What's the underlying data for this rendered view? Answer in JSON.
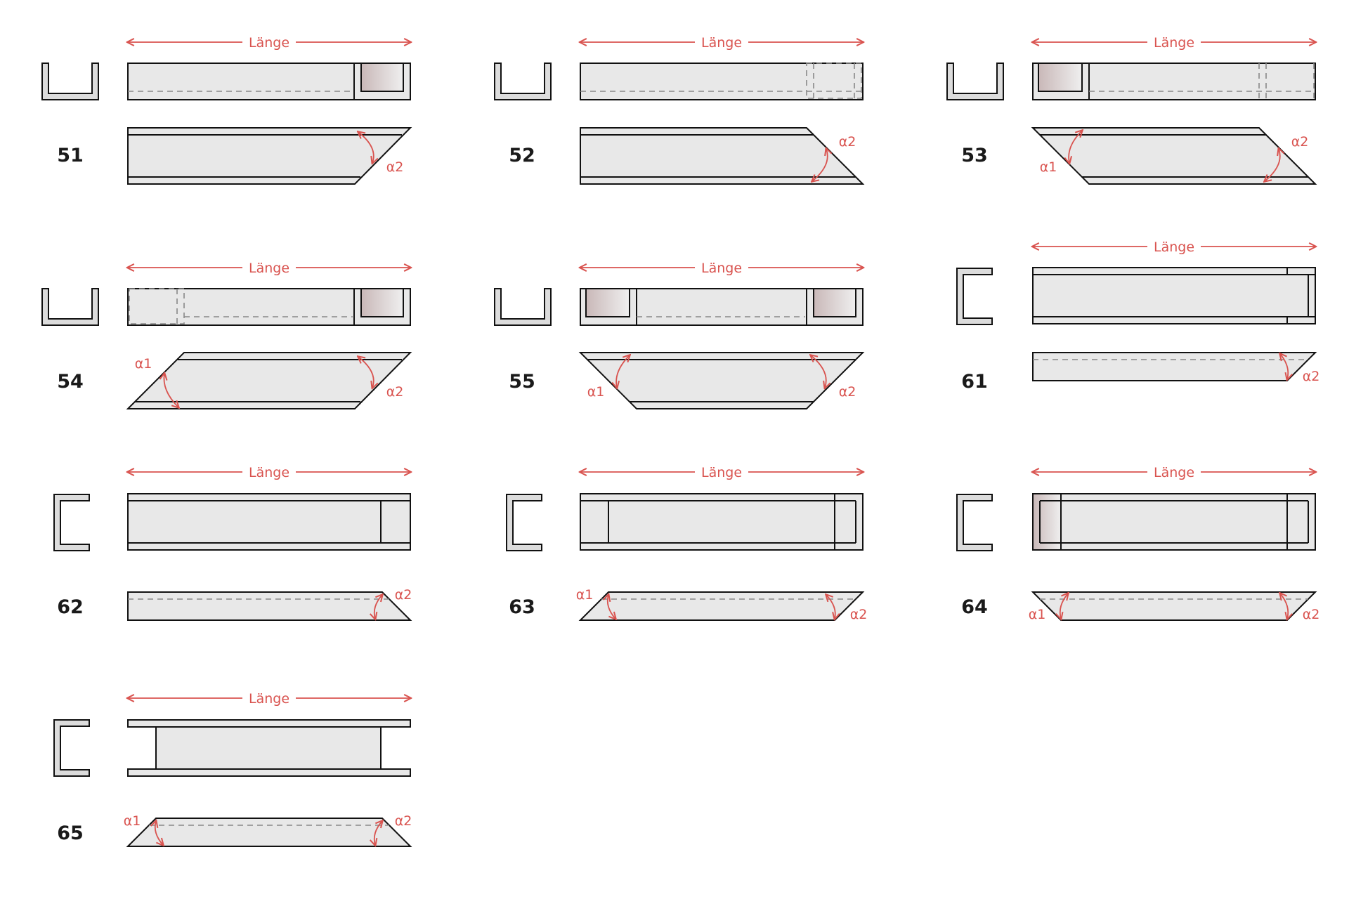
{
  "colors": {
    "accent": "#d9534f",
    "panel": "#e8e8e8",
    "stroke": "#111111",
    "shade": "#cdbebe"
  },
  "length_label": "Länge",
  "angle1_label": "α1",
  "angle2_label": "α2",
  "items": [
    {
      "id": "51",
      "profile": "u"
    },
    {
      "id": "52",
      "profile": "u"
    },
    {
      "id": "53",
      "profile": "u"
    },
    {
      "id": "54",
      "profile": "u"
    },
    {
      "id": "55",
      "profile": "u"
    },
    {
      "id": "61",
      "profile": "c"
    },
    {
      "id": "62",
      "profile": "c"
    },
    {
      "id": "63",
      "profile": "c"
    },
    {
      "id": "64",
      "profile": "c"
    },
    {
      "id": "65",
      "profile": "c"
    }
  ]
}
